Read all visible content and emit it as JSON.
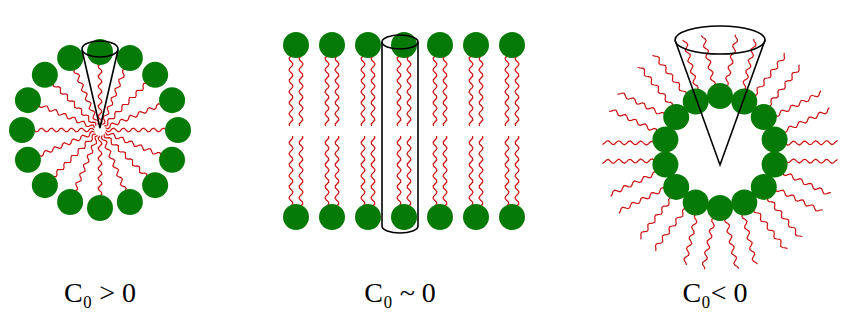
{
  "diagram": {
    "labels": [
      "C₀ > 0",
      "C₀ ~ 0",
      "C₀< 0"
    ]
  }
}
